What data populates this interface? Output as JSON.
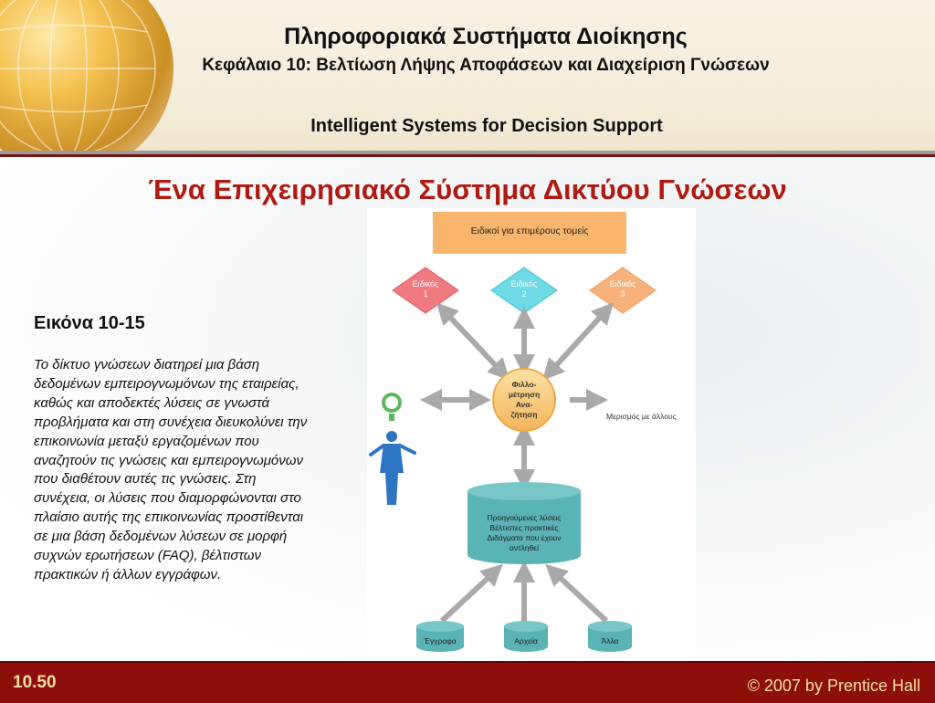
{
  "header": {
    "title": "Πληροφοριακά Συστήματα Διοίκησης",
    "chapter": "Κεφάλαιο 10: Βελτίωση Λήψης Αποφάσεων και Διαχείριση Γνώσεων",
    "subtitle": "Intelligent Systems for Decision Support"
  },
  "slide": {
    "title": "Ένα Επιχειρησιακό Σύστημα Δικτύου Γνώσεων",
    "figure_label": "Εικόνα 10-15",
    "caption": "Το δίκτυο γνώσεων διατηρεί μια βάση δεδομένων εμπειρογνωμόνων της εταιρείας, καθώς και αποδεκτές λύσεις σε γνωστά προβλήματα και στη συνέχεια διευκολύνει την επικοινωνία μεταξύ εργαζομένων που αναζητούν τις γνώσεις και εμπειρογνωμόνων που διαθέτουν αυτές τις γνώσεις. Στη συνέχεια, οι λύσεις που διαμορφώνονται στο πλαίσιο αυτής της επικοινωνίας προστίθενται σε μια βάση δεδομένων λύσεων σε μορφή συχνών ερωτήσεων (FAQ), βέλτιστων πρακτικών ή άλλων εγγράφων."
  },
  "diagram": {
    "top_box": "Ειδικοί για επιμέρους τομείς",
    "experts": [
      {
        "line1": "Ειδικός",
        "line2": "1",
        "color": "#ef7a7f"
      },
      {
        "line1": "Ειδικός",
        "line2": "2",
        "color": "#6fd9e6"
      },
      {
        "line1": "Ειδικός",
        "line2": "3",
        "color": "#f6b27a"
      }
    ],
    "center": [
      "Φιλλο-",
      "μέτρηση",
      "Ανα-",
      "ζήτηση"
    ],
    "share": "Μερισμός με άλλους",
    "database": [
      "Προηγούμενες λύσεις",
      "Βέλτιστες πρακτικές",
      "Διδάγματα που έχουν",
      "αντληθεί"
    ],
    "sources": [
      "Έγγραφα",
      "Αρχεία",
      "Άλλα"
    ],
    "colors": {
      "orange_box": "#f8b56b",
      "teal": "#5ab3b5",
      "person": "#2d74c3",
      "question": "#5cb85c",
      "arrow": "#a9a9a9"
    }
  },
  "footer": {
    "page": "10.50",
    "copyright": "© 2007 by Prentice Hall"
  }
}
